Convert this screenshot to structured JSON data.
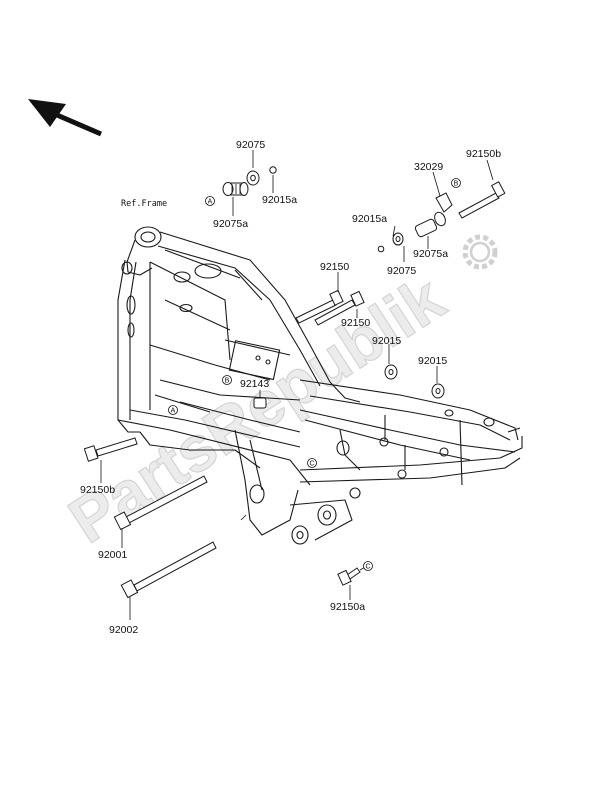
{
  "watermark": "PartsRepublik",
  "reference": "Ref.Frame",
  "labels": {
    "p92075_top": "92075",
    "p92015a_top": "92015a",
    "p92075a_left": "92075a",
    "p32029": "32029",
    "p92150b_top": "92150b",
    "p92015a_right": "92015a",
    "p92075a_right": "92075a",
    "p92075_right": "92075",
    "p92150_a": "92150",
    "p92150_b": "92150",
    "p92015_a": "92015",
    "p92015_b": "92015",
    "p92143": "92143",
    "p92150b_left": "92150b",
    "p92001": "92001",
    "p92002": "92002",
    "p92150a": "92150a"
  },
  "markers": {
    "a": "A",
    "b": "B",
    "c": "C"
  },
  "icons": [
    "direction-arrow-icon",
    "gear-logo-icon"
  ]
}
